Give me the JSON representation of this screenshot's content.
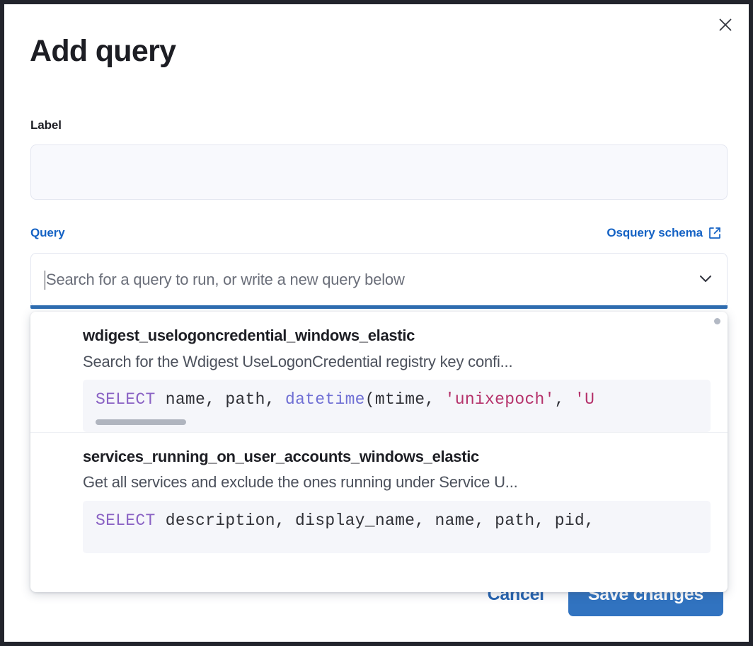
{
  "modal": {
    "title": "Add query",
    "close_icon": "close-icon"
  },
  "label_field": {
    "label": "Label",
    "value": "",
    "placeholder": ""
  },
  "query_field": {
    "label": "Query",
    "schema_link": "Osquery schema",
    "schema_link_icon": "external-link-icon",
    "placeholder": "Search for a query to run, or write a new query below",
    "value": "",
    "chevron_icon": "chevron-down-icon"
  },
  "dropdown": {
    "options": [
      {
        "title": "wdigest_uselogoncredential_windows_elastic",
        "description": "Search for the Wdigest UseLogonCredential registry key confi...",
        "code": {
          "keyword": "SELECT",
          "mid": " name, path, ",
          "fn": "datetime",
          "after_fn": "(mtime, ",
          "str1": "'unixepoch'",
          "sep": ", ",
          "str2": "'U"
        },
        "has_scrollbar": true
      },
      {
        "title": "services_running_on_user_accounts_windows_elastic",
        "description": "Get all services and exclude the ones running under Service U...",
        "code": {
          "keyword": "SELECT",
          "mid": " description, display_name, name, path, pid,",
          "fn": "",
          "after_fn": "",
          "str1": "",
          "sep": "",
          "str2": ""
        },
        "has_scrollbar": false
      }
    ]
  },
  "footer": {
    "cancel_label": "Cancel",
    "save_label": "Save changes"
  },
  "colors": {
    "accent_blue": "#1462c4",
    "button_blue": "#3173c0",
    "focus_underline": "#2e6db1",
    "code_bg": "#f5f6fa",
    "input_bg": "#f8f9fd",
    "keyword": "#8a62c4",
    "function": "#6f6fd4",
    "string": "#b5316a"
  }
}
